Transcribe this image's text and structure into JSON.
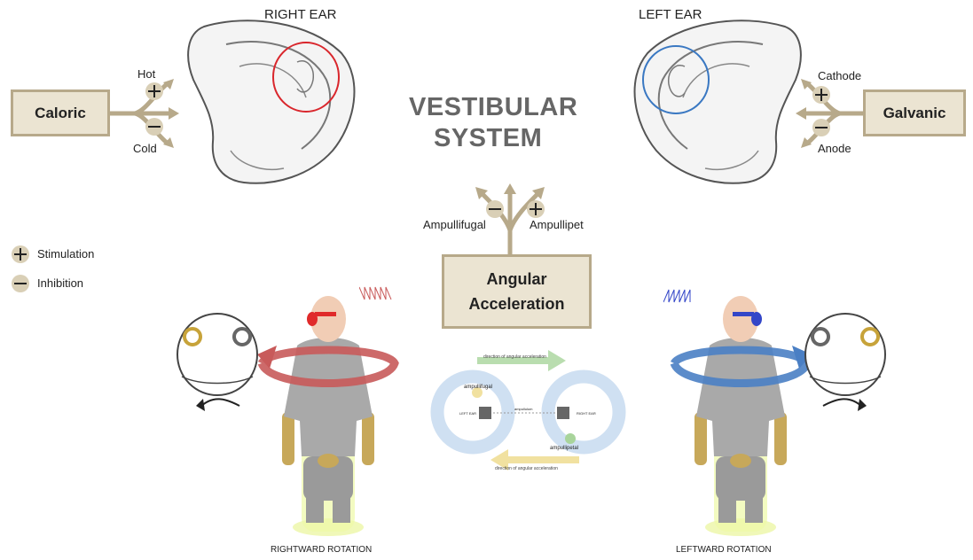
{
  "ear_labels": {
    "right": "RIGHT EAR",
    "left": "LEFT EAR"
  },
  "title": {
    "line1": "VESTIBULAR",
    "line2": "SYSTEM"
  },
  "caloric": {
    "label": "Caloric",
    "hot": "Hot",
    "cold": "Cold"
  },
  "galvanic": {
    "label": "Galvanic",
    "cathode": "Cathode",
    "anode": "Anode"
  },
  "angular": {
    "line1": "Angular",
    "line2": "Acceleration",
    "ampullifugal": "Ampullifugal",
    "ampullipetal": "Ampullipet"
  },
  "legend": {
    "stimulation": "Stimulation",
    "inhibition": "Inhibition",
    "plus": "+",
    "minus": "−"
  },
  "canal_diagram": {
    "top_arrow": "direction of angular acceleration",
    "bottom_arrow": "direction of angular acceleration",
    "left_ear": "LEFT EAR",
    "right_ear": "RIGHT EAR",
    "ampullifugal": "ampullifugal",
    "ampullipetal": "ampullipetal",
    "center": "ampullulum"
  },
  "rotations": {
    "right": "RIGHTWARD ROTATION",
    "left": "LEFTWARD ROTATION"
  },
  "colors": {
    "accent_box": "#ebe4d2",
    "box_border": "#b7a98a",
    "right_arrow": "#c85a5a",
    "left_arrow": "#4a7fc4",
    "red_circle": "#d9262c",
    "blue_circle": "#3a78c2"
  }
}
